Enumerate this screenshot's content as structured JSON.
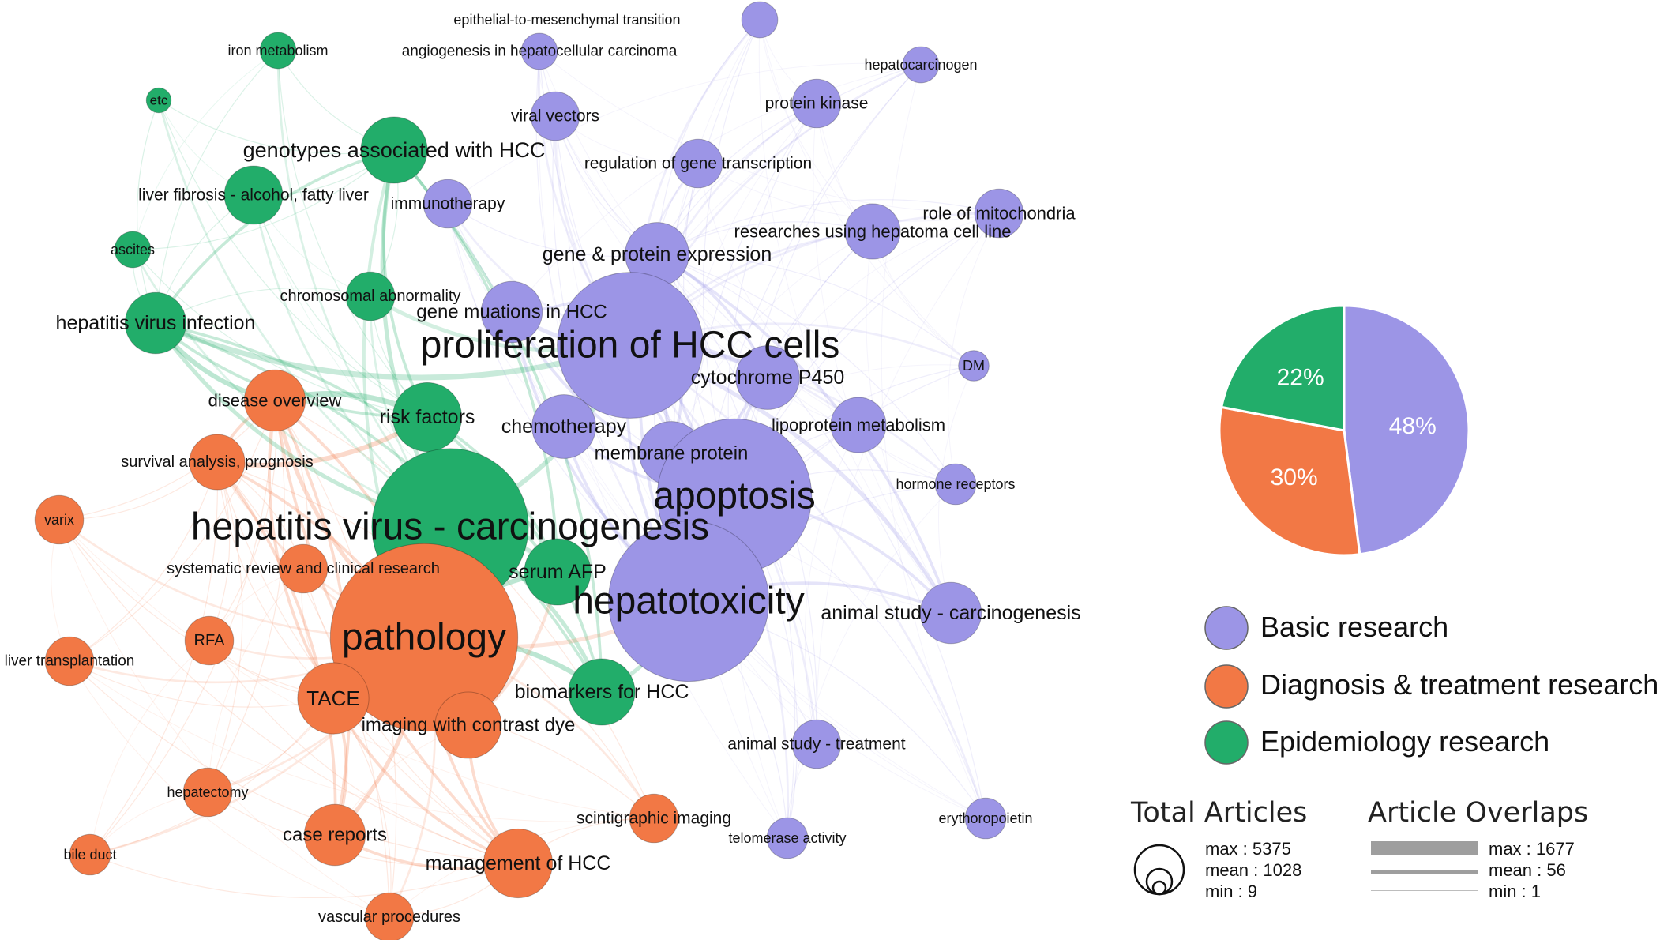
{
  "colors": {
    "basic": "#9c95e6",
    "diagnosis": "#f27845",
    "epidemiology": "#22ad6a"
  },
  "nodes": [
    {
      "id": "emt",
      "label": "epithelial-to-mesenchymal transition",
      "group": "basic",
      "articles": 150
    },
    {
      "id": "iron",
      "label": "iron metabolism",
      "group": "epidemiology",
      "articles": 150
    },
    {
      "id": "angio",
      "label": "angiogenesis in hepatocellular carcinoma",
      "group": "basic",
      "articles": 150
    },
    {
      "id": "hepatocarcinogen",
      "label": "hepatocarcinogen",
      "group": "basic",
      "articles": 150
    },
    {
      "id": "etc",
      "label": "etc",
      "group": "epidemiology",
      "articles": 60
    },
    {
      "id": "viral_vectors",
      "label": "viral vectors",
      "group": "basic",
      "articles": 300
    },
    {
      "id": "protein_kinase",
      "label": "protein kinase",
      "group": "basic",
      "articles": 300
    },
    {
      "id": "genotypes",
      "label": "genotypes associated with HCC",
      "group": "epidemiology",
      "articles": 600
    },
    {
      "id": "gene_transcription",
      "label": "regulation of gene transcription",
      "group": "basic",
      "articles": 300
    },
    {
      "id": "liver_fibrosis",
      "label": "liver fibrosis - alcohol, fatty liver",
      "group": "epidemiology",
      "articles": 450
    },
    {
      "id": "immunotherapy",
      "label": "immunotherapy",
      "group": "basic",
      "articles": 300
    },
    {
      "id": "mitochondria",
      "label": "role of mitochondria",
      "group": "basic",
      "articles": 300
    },
    {
      "id": "hepatoma_cell_line",
      "label": "researches using hepatoma cell line",
      "group": "basic",
      "articles": 400
    },
    {
      "id": "ascites",
      "label": "ascites",
      "group": "epidemiology",
      "articles": 150
    },
    {
      "id": "gene_protein",
      "label": "gene & protein expression",
      "group": "basic",
      "articles": 550
    },
    {
      "id": "chromosomal",
      "label": "chromosomal abnormality",
      "group": "epidemiology",
      "articles": 300
    },
    {
      "id": "hep_virus_infection",
      "label": "hepatitis virus infection",
      "group": "epidemiology",
      "articles": 500
    },
    {
      "id": "gene_mutations",
      "label": "gene muations in HCC",
      "group": "basic",
      "articles": 500
    },
    {
      "id": "proliferation",
      "label": "proliferation of HCC cells",
      "group": "basic",
      "articles": 3200
    },
    {
      "id": "dm",
      "label": "DM",
      "group": "basic",
      "articles": 100
    },
    {
      "id": "cyp450",
      "label": "cytochrome P450",
      "group": "basic",
      "articles": 550
    },
    {
      "id": "disease_overview",
      "label": "disease overview",
      "group": "diagnosis",
      "articles": 500
    },
    {
      "id": "risk_factors",
      "label": "risk factors",
      "group": "epidemiology",
      "articles": 650
    },
    {
      "id": "chemotherapy",
      "label": "chemotherapy",
      "group": "basic",
      "articles": 550
    },
    {
      "id": "lipoprotein",
      "label": "lipoprotein metabolism",
      "group": "basic",
      "articles": 400
    },
    {
      "id": "membrane_protein",
      "label": "membrane protein",
      "group": "basic",
      "articles": 550
    },
    {
      "id": "survival",
      "label": "survival analysis, prognosis",
      "group": "diagnosis",
      "articles": 400
    },
    {
      "id": "hormone",
      "label": "hormone receptors",
      "group": "basic",
      "articles": 200
    },
    {
      "id": "apoptosis",
      "label": "apoptosis",
      "group": "basic",
      "articles": 3600
    },
    {
      "id": "varix",
      "label": "varix",
      "group": "diagnosis",
      "articles": 300
    },
    {
      "id": "carcinogenesis",
      "label": "hepatitis virus - carcinogenesis",
      "group": "epidemiology",
      "articles": 3700
    },
    {
      "id": "systematic_review",
      "label": "systematic review and clinical research",
      "group": "diagnosis",
      "articles": 300
    },
    {
      "id": "serum_afp",
      "label": "serum AFP",
      "group": "epidemiology",
      "articles": 600
    },
    {
      "id": "hepatotoxicity",
      "label": "hepatotoxicity",
      "group": "basic",
      "articles": 3900
    },
    {
      "id": "animal_carcinogenesis",
      "label": "animal study - carcinogenesis",
      "group": "basic",
      "articles": 500
    },
    {
      "id": "pathology",
      "label": "pathology",
      "group": "diagnosis",
      "articles": 5375
    },
    {
      "id": "rfa",
      "label": "RFA",
      "group": "diagnosis",
      "articles": 300
    },
    {
      "id": "liver_transplantation",
      "label": "liver transplantation",
      "group": "diagnosis",
      "articles": 300
    },
    {
      "id": "biomarkers",
      "label": "biomarkers for HCC",
      "group": "epidemiology",
      "articles": 600
    },
    {
      "id": "tace",
      "label": "TACE",
      "group": "diagnosis",
      "articles": 700
    },
    {
      "id": "imaging",
      "label": "imaging with contrast dye",
      "group": "diagnosis",
      "articles": 600
    },
    {
      "id": "animal_treatment",
      "label": "animal study - treatment",
      "group": "basic",
      "articles": 300
    },
    {
      "id": "hepatectomy",
      "label": "hepatectomy",
      "group": "diagnosis",
      "articles": 300
    },
    {
      "id": "erythropoietin",
      "label": "erythoropoietin",
      "group": "basic",
      "articles": 200
    },
    {
      "id": "scintigraphic",
      "label": "scintigraphic imaging",
      "group": "diagnosis",
      "articles": 300
    },
    {
      "id": "bile_duct",
      "label": "bile duct",
      "group": "diagnosis",
      "articles": 200
    },
    {
      "id": "case_reports",
      "label": "case reports",
      "group": "diagnosis",
      "articles": 500
    },
    {
      "id": "telomerase",
      "label": "telomerase activity",
      "group": "basic",
      "articles": 200
    },
    {
      "id": "management",
      "label": "management of HCC",
      "group": "diagnosis",
      "articles": 650
    },
    {
      "id": "vascular",
      "label": "vascular procedures",
      "group": "diagnosis",
      "articles": 300
    }
  ],
  "chart_data": {
    "type": "pie",
    "slices": [
      {
        "label": "Basic research",
        "value": 48,
        "display": "48%",
        "color": "#9c95e6"
      },
      {
        "label": "Diagnosis & treatment research",
        "value": 30,
        "display": "30%",
        "color": "#f27845"
      },
      {
        "label": "Epidemiology research",
        "value": 22,
        "display": "22%",
        "color": "#22ad6a"
      }
    ]
  },
  "legend": {
    "categories": [
      {
        "label": "Basic research",
        "color": "#9c95e6"
      },
      {
        "label": "Diagnosis & treatment research",
        "color": "#f27845"
      },
      {
        "label": "Epidemiology research",
        "color": "#22ad6a"
      }
    ],
    "total_articles": {
      "title": "Total Articles",
      "max": "max : 5375",
      "mean": "mean : 1028",
      "min": "min : 9"
    },
    "article_overlaps": {
      "title": "Article Overlaps",
      "max": "max : 1677",
      "mean": "mean : 56",
      "min": "min : 1"
    }
  }
}
